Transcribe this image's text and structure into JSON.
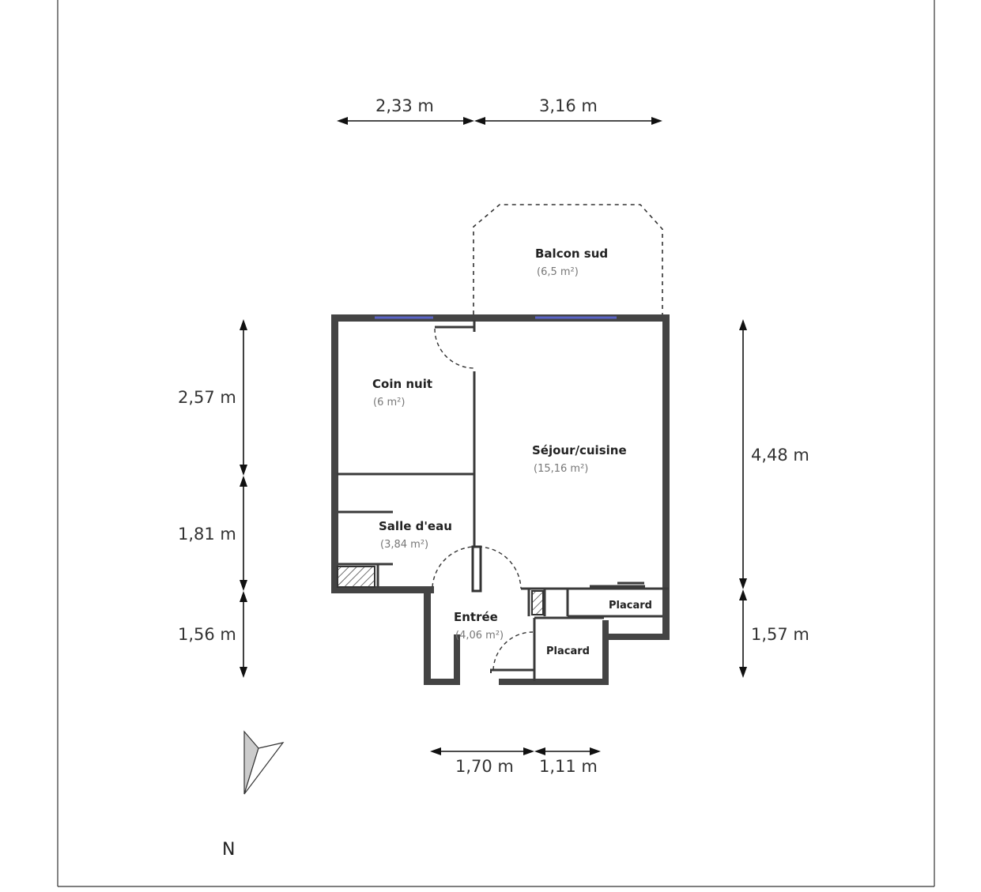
{
  "rooms": {
    "balcon": {
      "name": "Balcon sud",
      "area": "(6,5 m²)"
    },
    "coin_nuit": {
      "name": "Coin nuit",
      "area": "(6 m²)"
    },
    "sejour": {
      "name": "Séjour/cuisine",
      "area": "(15,16 m²)"
    },
    "salle_eau": {
      "name": "Salle d'eau",
      "area": "(3,84 m²)"
    },
    "entree": {
      "name": "Entrée",
      "area": "(4,06 m²)"
    },
    "placard_1": {
      "name": "Placard"
    },
    "placard_2": {
      "name": "Placard"
    }
  },
  "dimensions": {
    "top_left": "2,33 m",
    "top_right": "3,16 m",
    "left_upper": "2,57 m",
    "left_middle": "1,81 m",
    "left_lower": "1,56 m",
    "right_upper": "4,48 m",
    "right_lower": "1,57 m",
    "bottom_left": "1,70 m",
    "bottom_right": "1,11 m"
  },
  "compass": {
    "label": "N",
    "icon": "north-arrow-icon"
  },
  "colors": {
    "walls": "#444444",
    "windows": "#5a64c8"
  }
}
